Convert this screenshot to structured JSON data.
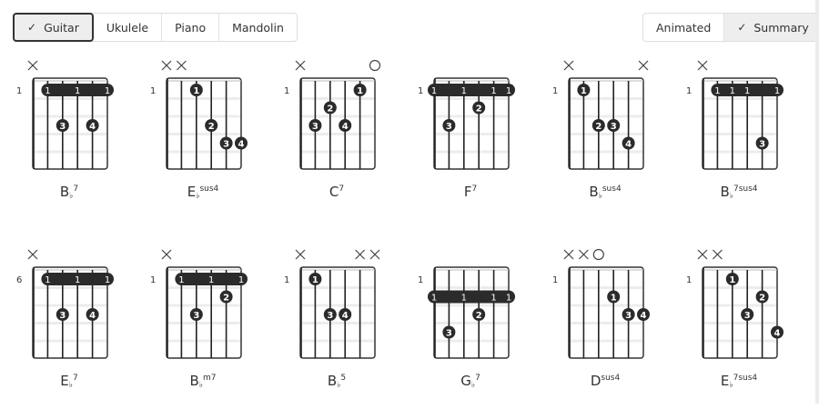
{
  "instrument_tabs": [
    {
      "label": "Guitar",
      "selected": true
    },
    {
      "label": "Ukulele",
      "selected": false
    },
    {
      "label": "Piano",
      "selected": false
    },
    {
      "label": "Mandolin",
      "selected": false
    }
  ],
  "view_tabs": [
    {
      "label": "Animated",
      "selected": false
    },
    {
      "label": "Summary",
      "selected": true
    }
  ],
  "check_glyph": "✓",
  "chords": [
    {
      "root": "B",
      "acc": "♭",
      "quality": "7",
      "fret": "1",
      "markers": [
        "x",
        "",
        "",
        "",
        "",
        ""
      ],
      "barre": {
        "row": 1,
        "from": 1,
        "to": 5,
        "labels": [
          1,
          3,
          5
        ]
      },
      "dots": [
        {
          "s": 2,
          "r": 3,
          "f": "3"
        },
        {
          "s": 4,
          "r": 3,
          "f": "4"
        }
      ]
    },
    {
      "root": "E",
      "acc": "♭",
      "quality": "sus4",
      "fret": "1",
      "markers": [
        "x",
        "x",
        "",
        "",
        "",
        ""
      ],
      "barre": null,
      "dots": [
        {
          "s": 2,
          "r": 1,
          "f": "1"
        },
        {
          "s": 3,
          "r": 3,
          "f": "2"
        },
        {
          "s": 4,
          "r": 4,
          "f": "3"
        },
        {
          "s": 5,
          "r": 4,
          "f": "4"
        }
      ]
    },
    {
      "root": "C",
      "acc": "",
      "quality": "7",
      "fret": "1",
      "markers": [
        "x",
        "",
        "",
        "",
        "",
        "o"
      ],
      "barre": null,
      "dots": [
        {
          "s": 4,
          "r": 1,
          "f": "1"
        },
        {
          "s": 2,
          "r": 2,
          "f": "2"
        },
        {
          "s": 1,
          "r": 3,
          "f": "3"
        },
        {
          "s": 3,
          "r": 3,
          "f": "4"
        }
      ]
    },
    {
      "root": "F",
      "acc": "",
      "quality": "7",
      "fret": "1",
      "markers": [
        "",
        "",
        "",
        "",
        "",
        ""
      ],
      "barre": {
        "row": 1,
        "from": 0,
        "to": 5,
        "labels": [
          0,
          2,
          4,
          5
        ]
      },
      "dots": [
        {
          "s": 3,
          "r": 2,
          "f": "2"
        },
        {
          "s": 1,
          "r": 3,
          "f": "3"
        }
      ]
    },
    {
      "root": "B",
      "acc": "♭",
      "quality": "sus4",
      "fret": "1",
      "markers": [
        "x",
        "",
        "",
        "",
        "",
        "x"
      ],
      "barre": null,
      "dots": [
        {
          "s": 1,
          "r": 1,
          "f": "1"
        },
        {
          "s": 2,
          "r": 3,
          "f": "2"
        },
        {
          "s": 3,
          "r": 3,
          "f": "3"
        },
        {
          "s": 4,
          "r": 4,
          "f": "4"
        }
      ]
    },
    {
      "root": "B",
      "acc": "♭",
      "quality": "7sus4",
      "fret": "1",
      "markers": [
        "x",
        "",
        "",
        "",
        "",
        ""
      ],
      "barre": {
        "row": 1,
        "from": 1,
        "to": 5,
        "labels": [
          1,
          2,
          3,
          5
        ]
      },
      "dots": [
        {
          "s": 4,
          "r": 4,
          "f": "3"
        }
      ]
    },
    {
      "root": "E",
      "acc": "♭",
      "quality": "7",
      "fret": "6",
      "markers": [
        "x",
        "",
        "",
        "",
        "",
        ""
      ],
      "barre": {
        "row": 1,
        "from": 1,
        "to": 5,
        "labels": [
          1,
          3,
          5
        ]
      },
      "dots": [
        {
          "s": 2,
          "r": 3,
          "f": "3"
        },
        {
          "s": 4,
          "r": 3,
          "f": "4"
        }
      ]
    },
    {
      "root": "B",
      "acc": "♭",
      "quality": "m7",
      "fret": "1",
      "markers": [
        "x",
        "",
        "",
        "",
        "",
        ""
      ],
      "barre": {
        "row": 1,
        "from": 1,
        "to": 5,
        "labels": [
          1,
          3,
          5
        ]
      },
      "dots": [
        {
          "s": 4,
          "r": 2,
          "f": "2"
        },
        {
          "s": 2,
          "r": 3,
          "f": "3"
        }
      ]
    },
    {
      "root": "B",
      "acc": "♭",
      "quality": "5",
      "fret": "1",
      "markers": [
        "x",
        "",
        "",
        "",
        "x",
        "x"
      ],
      "barre": null,
      "dots": [
        {
          "s": 1,
          "r": 1,
          "f": "1"
        },
        {
          "s": 2,
          "r": 3,
          "f": "3"
        },
        {
          "s": 3,
          "r": 3,
          "f": "4"
        }
      ]
    },
    {
      "root": "G",
      "acc": "♭",
      "quality": "7",
      "fret": "1",
      "markers": [
        "",
        "",
        "",
        "",
        "",
        ""
      ],
      "barre": {
        "row": 2,
        "from": 0,
        "to": 5,
        "labels": [
          0,
          2,
          4,
          5
        ]
      },
      "dots": [
        {
          "s": 3,
          "r": 3,
          "f": "2"
        },
        {
          "s": 1,
          "r": 4,
          "f": "3"
        }
      ]
    },
    {
      "root": "D",
      "acc": "",
      "quality": "sus4",
      "fret": "1",
      "markers": [
        "x",
        "x",
        "o",
        "",
        "",
        ""
      ],
      "barre": null,
      "dots": [
        {
          "s": 3,
          "r": 2,
          "f": "1"
        },
        {
          "s": 4,
          "r": 3,
          "f": "3"
        },
        {
          "s": 5,
          "r": 3,
          "f": "4"
        }
      ]
    },
    {
      "root": "E",
      "acc": "♭",
      "quality": "7sus4",
      "fret": "1",
      "markers": [
        "x",
        "x",
        "",
        "",
        "",
        ""
      ],
      "barre": null,
      "dots": [
        {
          "s": 2,
          "r": 1,
          "f": "1"
        },
        {
          "s": 4,
          "r": 2,
          "f": "2"
        },
        {
          "s": 3,
          "r": 3,
          "f": "3"
        },
        {
          "s": 5,
          "r": 4,
          "f": "4"
        }
      ]
    }
  ]
}
